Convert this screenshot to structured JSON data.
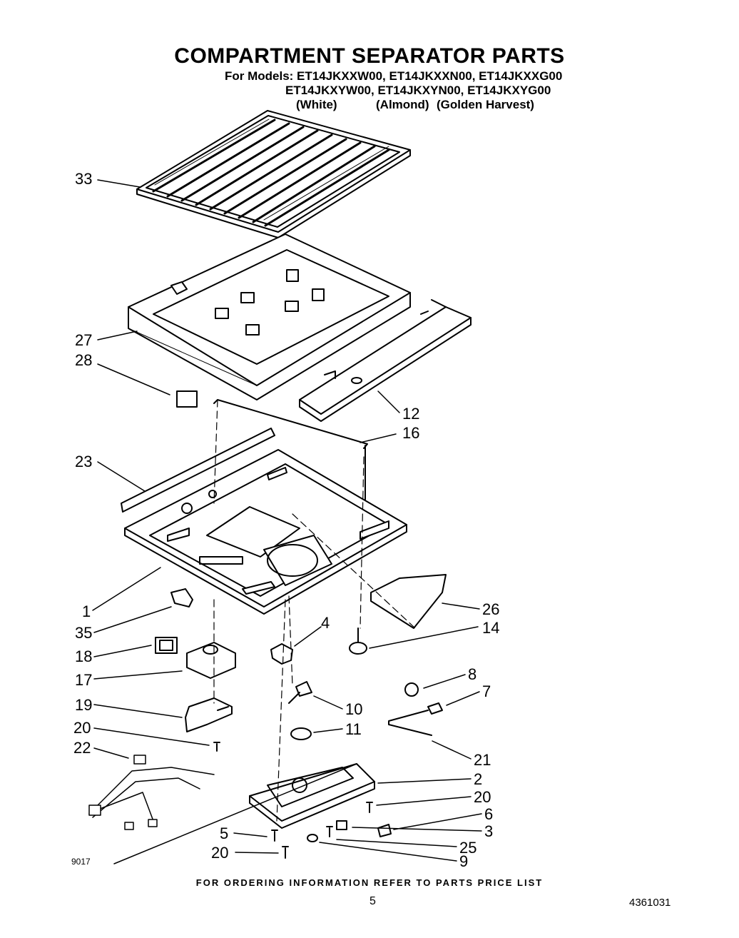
{
  "header": {
    "title": "COMPARTMENT SEPARATOR PARTS",
    "models_line1": "For Models: ET14JKXXW00, ET14JKXXN00, ET14JKXXG00",
    "models_line2": "ET14JKXYW00, ET14JKXYN00, ET14JKXYG00",
    "color_white": "(White)",
    "color_almond": "(Almond)",
    "color_golden": "(Golden Harvest)"
  },
  "callouts": [
    "33",
    "27",
    "28",
    "12",
    "16",
    "23",
    "1",
    "35",
    "26",
    "4",
    "14",
    "18",
    "17",
    "8",
    "7",
    "19",
    "10",
    "20",
    "11",
    "22",
    "21",
    "2",
    "20",
    "6",
    "5",
    "3",
    "25",
    "20",
    "9"
  ],
  "drawing_code": "9017",
  "footer": {
    "ordering": "FOR ORDERING INFORMATION REFER TO PARTS PRICE LIST",
    "page": "5",
    "doc_number": "4361031"
  }
}
